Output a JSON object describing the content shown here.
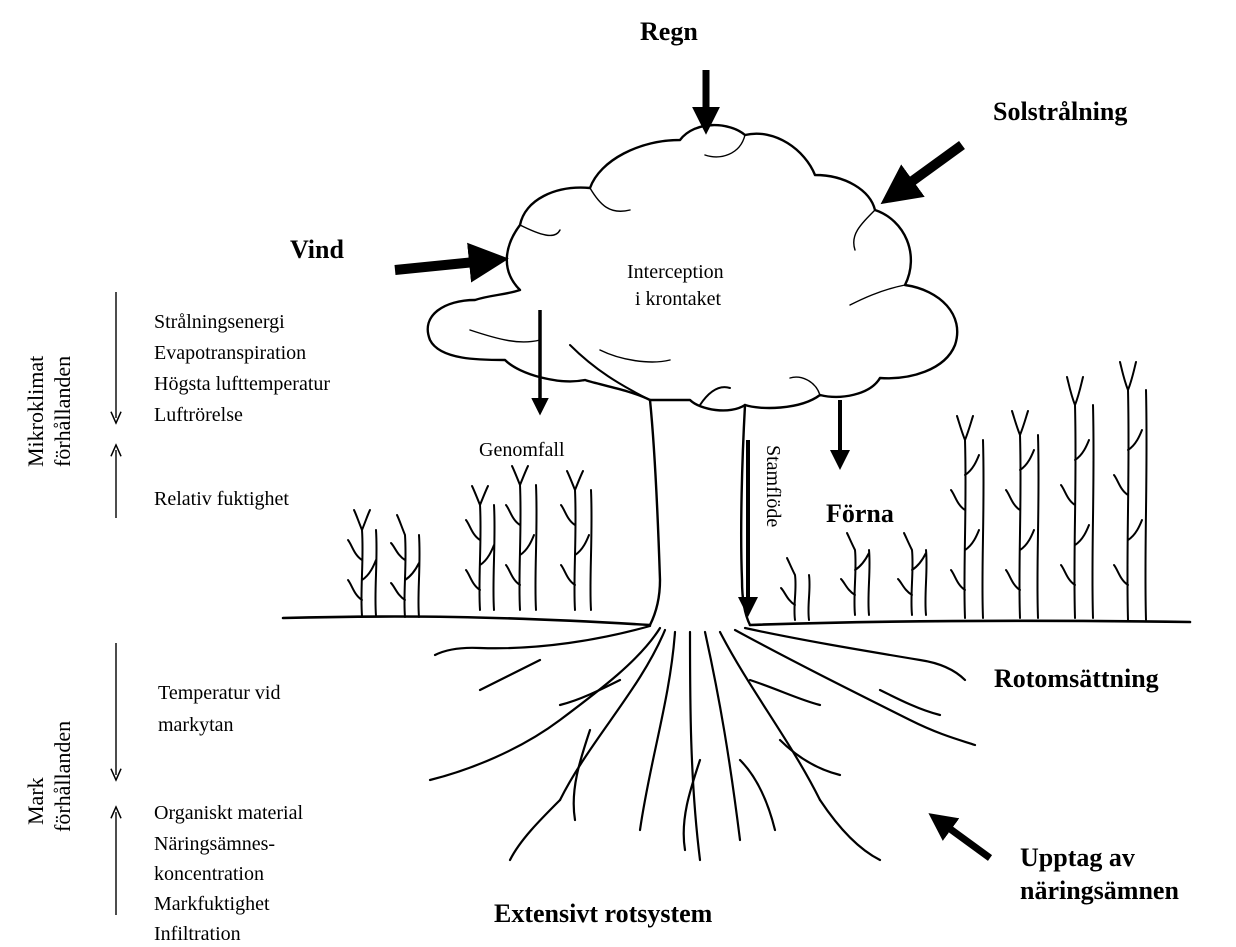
{
  "labels": {
    "regn": "Regn",
    "solstralning": "Solstrålning",
    "vind": "Vind",
    "interception_1": "Interception",
    "interception_2": "i krontaket",
    "genomfall": "Genomfall",
    "stamflode": "Stamflöde",
    "forna": "Förna",
    "rotomsattning": "Rotomsättning",
    "upptag_1": "Upptag av",
    "upptag_2": "näringsämnen",
    "extensivt": "Extensivt rotsystem"
  },
  "side_labels": {
    "mikroklimat_1": "Mikroklimat",
    "mikroklimat_2": "förhållanden",
    "mark_1": "Mark",
    "mark_2": "förhållanden"
  },
  "decreasing_micro": [
    "Strålningsenergi",
    "Evapotranspiration",
    "Högsta lufttemperatur",
    "Luftrörelse"
  ],
  "increasing_micro": [
    "Relativ fuktighet"
  ],
  "decreasing_soil": [
    "Temperatur vid",
    "markytan"
  ],
  "increasing_soil": [
    "Organiskt material",
    "Näringsämnes-",
    "koncentration",
    "Markfuktighet",
    "Infiltration"
  ]
}
